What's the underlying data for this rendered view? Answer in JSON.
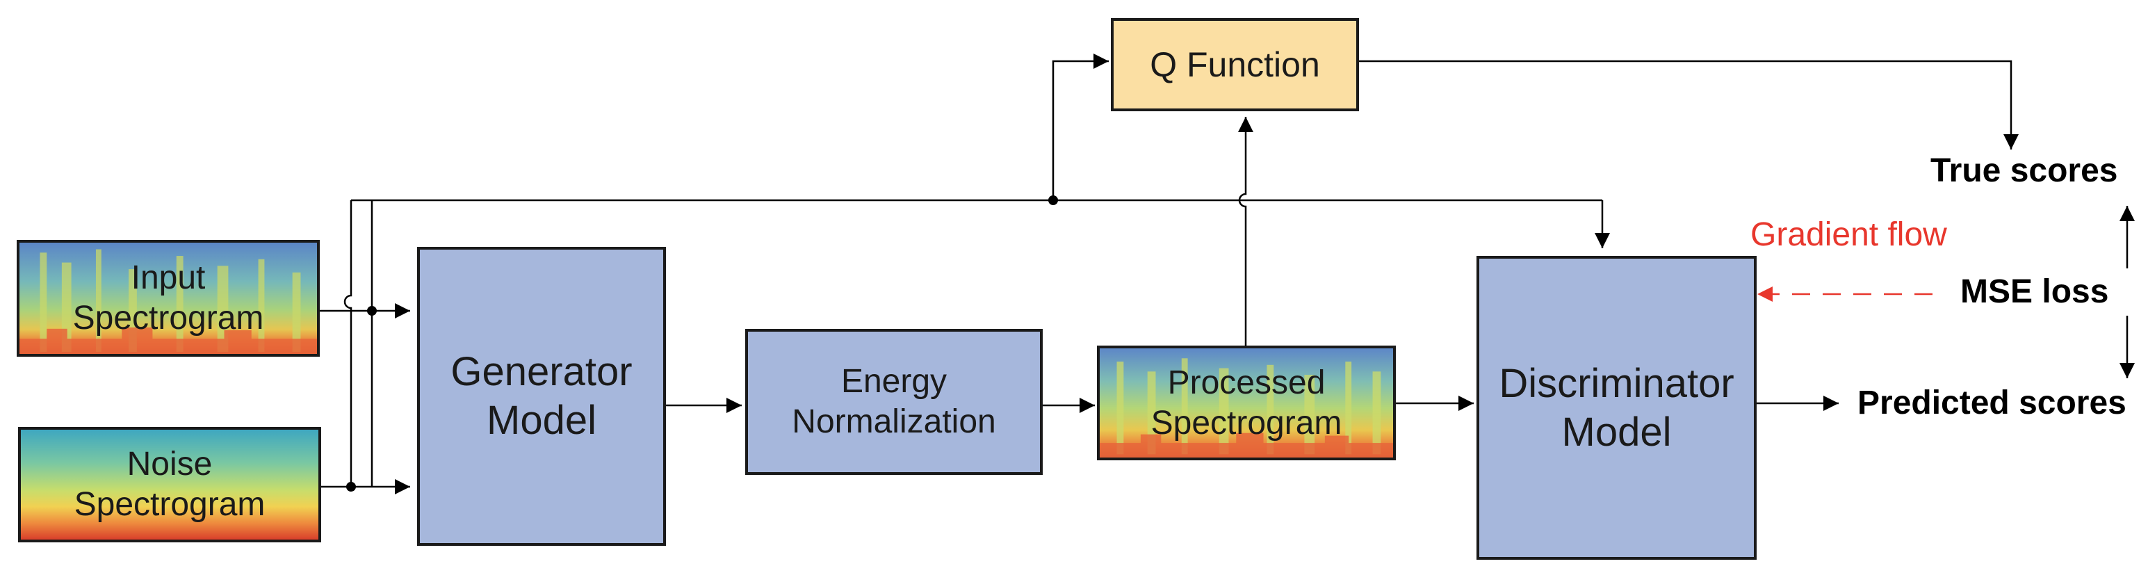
{
  "blocks": {
    "q_function": "Q Function",
    "generator": "Generator\nModel",
    "energy_norm": "Energy\nNormalization",
    "discriminator": "Discriminator\nModel",
    "input_spec": "Input\nSpectrogram",
    "noise_spec": "Noise\nSpectrogram",
    "processed_spec": "Processed\nSpectrogram"
  },
  "labels": {
    "true_scores": "True scores",
    "mse_loss": "MSE loss",
    "predicted_scores": "Predicted scores",
    "gradient_flow": "Gradient flow"
  },
  "colors": {
    "model_fill": "#a6b7dc",
    "q_fill": "#fbdfa3",
    "gradient": "#e8372d",
    "line": "#000000"
  }
}
